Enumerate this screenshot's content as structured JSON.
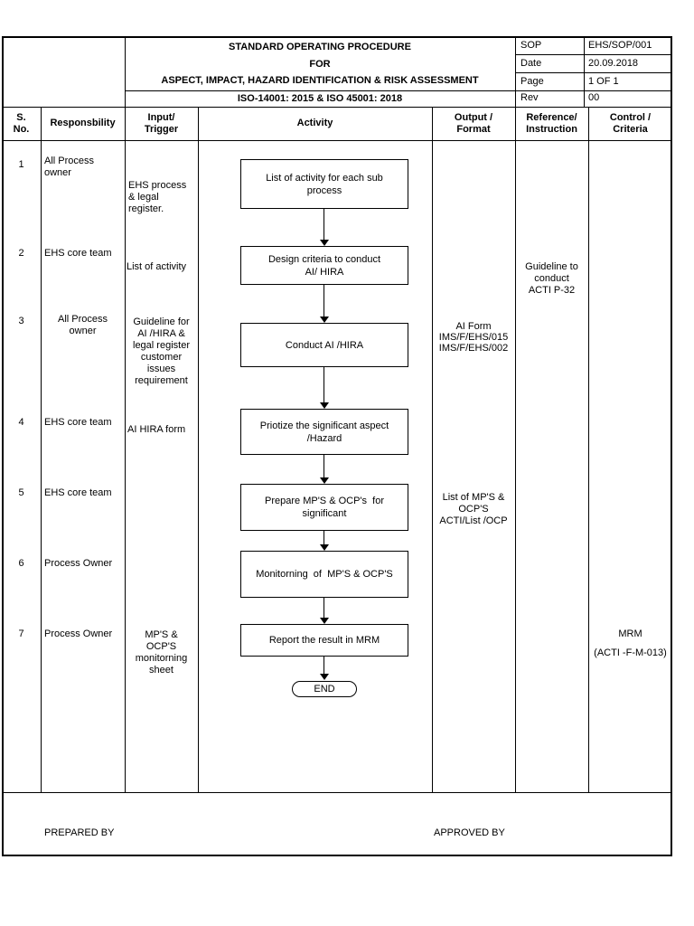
{
  "document": {
    "title": {
      "line1": "STANDARD OPERATING PROCEDURE",
      "line2": "FOR",
      "line3": "ASPECT, IMPACT, HAZARD IDENTIFICATION & RISK ASSESSMENT",
      "line4": "ISO-14001: 2015 & ISO 45001: 2018"
    },
    "info_box": {
      "rows": [
        {
          "label": "SOP",
          "value": "EHS/SOP/001"
        },
        {
          "label": "Date",
          "value": "20.09.2018"
        },
        {
          "label": "Page",
          "value": "1 OF 1"
        },
        {
          "label": "Rev",
          "value": "00"
        }
      ]
    },
    "column_headers": {
      "sno": "S.\nNo.",
      "responsibility": "Responsbility",
      "input": "Input/\nTrigger",
      "activity": "Activity",
      "output": "Output /\nFormat",
      "reference": "Reference/\nInstruction",
      "control": "Control /\nCriteria"
    },
    "rows": [
      {
        "no": "1",
        "responsibility": "All Process\nowner",
        "input": "EHS process\n& legal\nregister."
      },
      {
        "no": "2",
        "responsibility": "EHS core team",
        "input": "List of activity"
      },
      {
        "no": "3",
        "responsibility": "All Process\nowner",
        "input": "Guideline for\nAI /HIRA &\nlegal register\ncustomer\nissues\nrequirement"
      },
      {
        "no": "4",
        "responsibility": "EHS core team",
        "input": "AI HIRA form"
      },
      {
        "no": "5",
        "responsibility": "EHS core team",
        "input": ""
      },
      {
        "no": "6",
        "responsibility": "Process Owner",
        "input": ""
      },
      {
        "no": "7",
        "responsibility": "Process Owner",
        "input": "MP'S &\nOCP'S\nmonitorning\nsheet"
      }
    ],
    "flowchart": {
      "steps": [
        {
          "label": "List of activity for each sub\nprocess"
        },
        {
          "label": "Design criteria to conduct\nAI/ HIRA"
        },
        {
          "label": "Conduct AI /HIRA"
        },
        {
          "label": "Priotize the significant aspect\n/Hazard"
        },
        {
          "label": "Prepare MP'S & OCP's  for\nsignificant"
        },
        {
          "label": "Monitorning  of  MP'S & OCP'S"
        },
        {
          "label": "Report the result in MRM"
        }
      ],
      "terminator": "END"
    },
    "output_format": {
      "item1": "AI Form\nIMS/F/EHS/015\nIMS/F/EHS/002",
      "item2": "List of MP'S &\nOCP'S\nACTI/List /OCP"
    },
    "reference": {
      "item1": "Guideline to\nconduct\nACTI P-32"
    },
    "control": {
      "line1": "MRM",
      "line2": "(ACTI -F-M-013)"
    },
    "footer": {
      "prepared": "PREPARED BY",
      "approved": "APPROVED BY"
    }
  }
}
